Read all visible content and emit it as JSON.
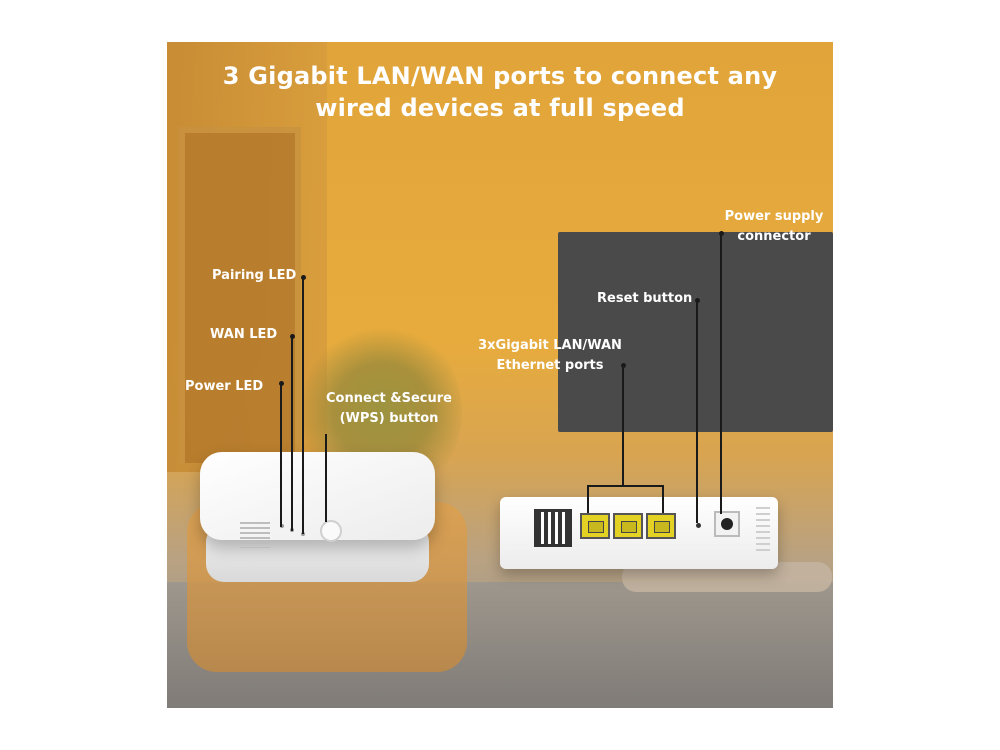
{
  "title_line1": "3 Gigabit LAN/WAN  ports to connect any",
  "title_line2": "wired devices at full speed",
  "labels": {
    "pairing_led": "Pairing LED",
    "wan_led": "WAN LED",
    "power_led": "Power LED",
    "wps_line1": "Connect &Secure",
    "wps_line2": "(WPS) button",
    "power_supply_line1": "Power supply",
    "power_supply_line2": "connector",
    "reset_button": "Reset button",
    "ports_line1": "3xGigabit LAN/WAN",
    "ports_line2": "Ethernet ports"
  },
  "colors": {
    "wall": "#e7ab3d",
    "port": "#e3d224",
    "label_text": "#ffffff",
    "leader_line": "#1a1a1a"
  }
}
